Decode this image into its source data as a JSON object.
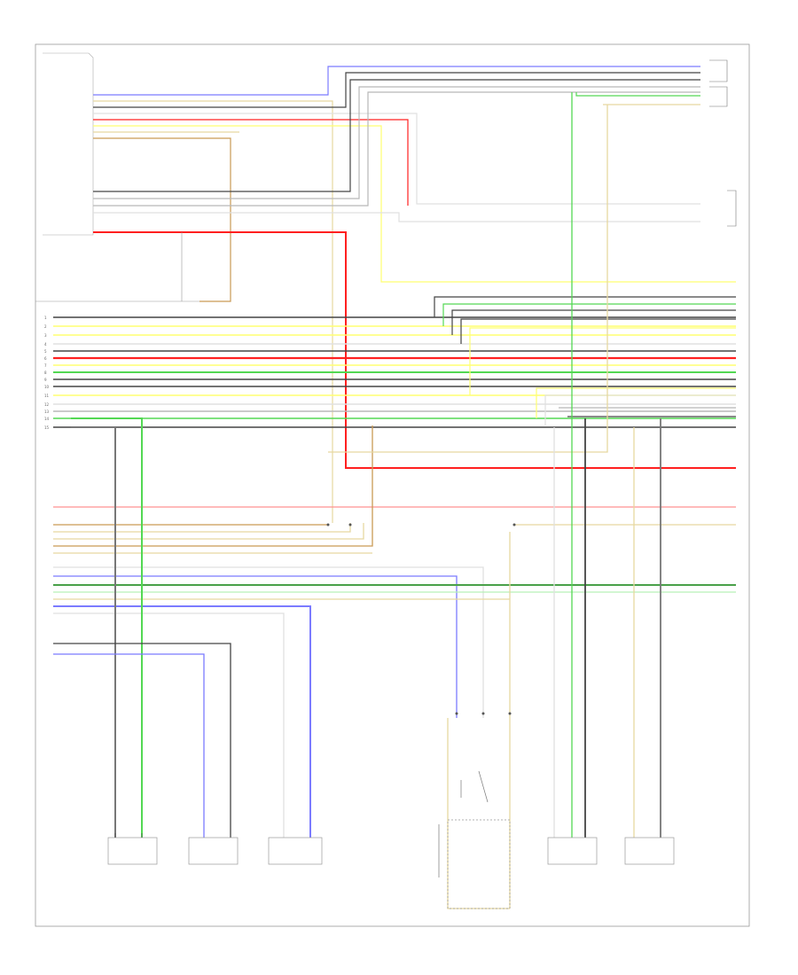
{
  "footer_code": "",
  "wire_colors": {
    "blu": "#7b7bff",
    "grn": "#53d853",
    "red": "#ff2020",
    "yel": "#ffff70",
    "tan": "#e6d8a0",
    "brn": "#c99a55",
    "blk": "#444444",
    "gry": "#b8b8b8",
    "wht": "#e0e0e0",
    "grnyel": "#4aa04a",
    "lgrn": "#b6f0b6"
  },
  "components": [
    {
      "id": "c1",
      "label": ""
    },
    {
      "id": "c2",
      "label": ""
    },
    {
      "id": "c3",
      "label": ""
    },
    {
      "id": "c4",
      "label": ""
    },
    {
      "id": "c5",
      "label": ""
    },
    {
      "id": "c6",
      "label": ""
    }
  ]
}
